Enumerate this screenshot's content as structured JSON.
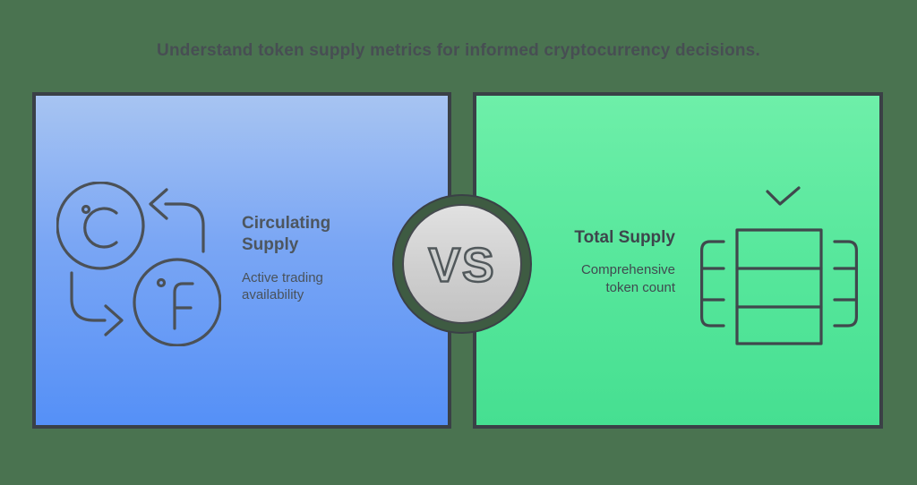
{
  "title": "Understand token supply metrics for informed cryptocurrency decisions.",
  "background_color": "#4a7350",
  "left_panel": {
    "heading": "Circulating Supply",
    "subtext": "Active trading availability",
    "icon": "temperature-conversion-icon",
    "icon_labels": {
      "celsius": "°C",
      "fahrenheit": "°F"
    },
    "colors": {
      "gradient_top": "#a7c4f2",
      "gradient_bottom": "#5590f7",
      "border": "#3a4046",
      "heading_text": "#4d565f",
      "subtext_text": "#49525b",
      "icon_stroke": "#4b5157"
    }
  },
  "right_panel": {
    "heading": "Total Supply",
    "subtext": "Comprehensive token count",
    "icon": "token-table-checkmark-icon",
    "colors": {
      "gradient_top": "#6eefa9",
      "gradient_bottom": "#46df91",
      "border": "#3a4046",
      "heading_text": "#3d464c",
      "subtext_text": "#404a50",
      "icon_stroke": "#40484d"
    }
  },
  "vs_badge": {
    "label": "VS",
    "ring_color": "#3e5b42",
    "inner_top": "#e1e1e1",
    "inner_bottom": "#c2c2c2",
    "text_fill": "#cdcfce",
    "text_stroke": "#51585b"
  }
}
